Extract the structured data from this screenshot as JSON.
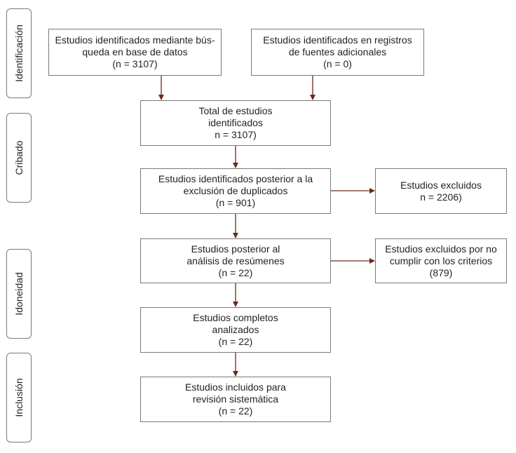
{
  "phases": {
    "identificacion": "Identificación",
    "cribado": "Cribado",
    "idoneidad": "Idoneidad",
    "inclusion": "Inclusión"
  },
  "boxes": {
    "db_search": [
      "Estudios identificados mediante bús-",
      "queda en base de datos",
      "(n = 3107)"
    ],
    "additional": [
      "Estudios identificados en registros",
      "de fuentes adicionales",
      "(n = 0)"
    ],
    "total": [
      "Total de estudios",
      "identificados",
      "n = 3107)"
    ],
    "after_duplicates": [
      "Estudios identificados posterior a la",
      "exclusión de duplicados",
      "(n = 901)"
    ],
    "excluded": [
      "Estudios excluidos",
      "n = 2206)"
    ],
    "after_abstracts": [
      "Estudios posterior al",
      "análisis de resúmenes",
      "(n = 22)"
    ],
    "excluded_criteria": [
      "Estudios excluidos por no",
      "cumplir con los criterios",
      "(879)"
    ],
    "full_text": [
      "Estudios completos",
      "analizados",
      "(n = 22)"
    ],
    "included": [
      "Estudios incluidos para",
      "revisión sistemática",
      "(n = 22)"
    ]
  },
  "colors": {
    "arrow": "#6b2a1a",
    "border": "#7a7a7a"
  }
}
